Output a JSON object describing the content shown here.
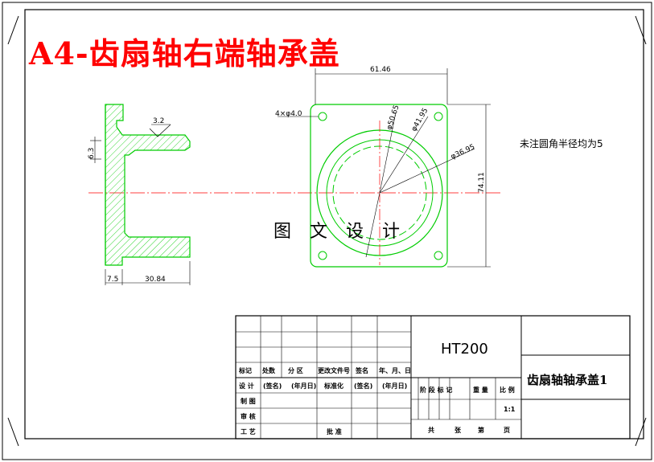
{
  "drawing": {
    "title": "A4-齿扇轴右端轴承盖",
    "note": "未注圆角半径均为5",
    "watermark": "图 文 设 计",
    "section_view": {
      "dims": {
        "width_total": "30.84",
        "flange": "7.5",
        "wall": "6.3",
        "roughness": "3.2"
      }
    },
    "front_view": {
      "dims": {
        "width": "61.46",
        "height": "74.11",
        "holes": "4×φ4.0",
        "d_outer": "φ50.65",
        "d_mid": "φ41.95",
        "d_inner": "φ36.95"
      }
    }
  },
  "title_block": {
    "material": "HT200",
    "part_name": "齿扇轴轴承盖1",
    "scale": "1:1",
    "row_mark": [
      "标记",
      "处数",
      "分 区",
      "更改文件号",
      "签名",
      "年、月、日"
    ],
    "row_design": [
      "设 计",
      "(签名)",
      "(年月日)",
      "标准化",
      "(签名)",
      "(年月日)"
    ],
    "row_draw": "制 图",
    "row_review": "审 核",
    "row_process": [
      "工 艺",
      "批 准"
    ],
    "stage_labels": [
      "阶 段 标 记",
      "重 量",
      "比 例"
    ],
    "sheet_labels": [
      "共",
      "张",
      "第",
      "页"
    ]
  },
  "colors": {
    "title": "#ff0000",
    "outline": "#00cc00",
    "centerline": "#ff0000",
    "dimension": "#000000",
    "hatch": "#00cc00"
  }
}
